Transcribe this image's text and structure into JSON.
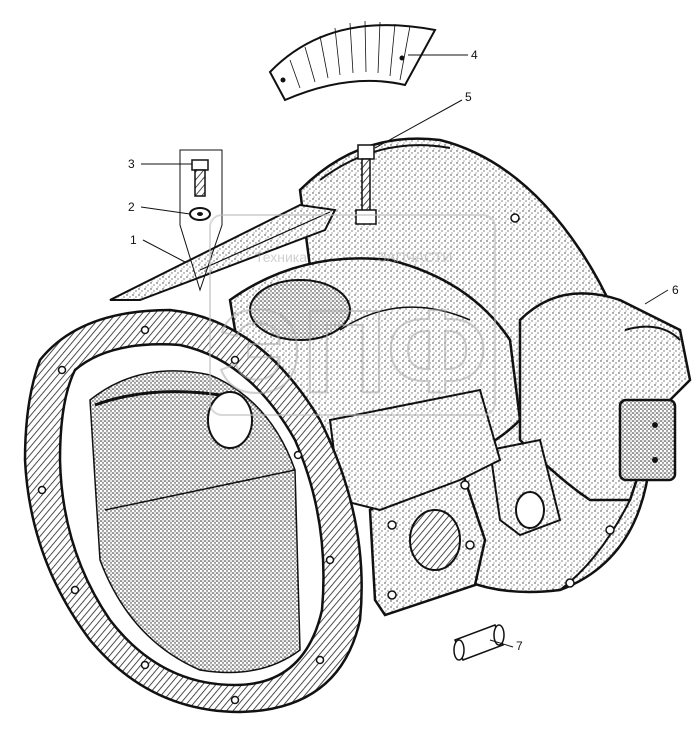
{
  "callouts": [
    {
      "id": "1",
      "label": "1"
    },
    {
      "id": "2",
      "label": "2"
    },
    {
      "id": "3",
      "label": "3"
    },
    {
      "id": "4",
      "label": "4"
    },
    {
      "id": "5",
      "label": "5"
    },
    {
      "id": "6",
      "label": "6"
    },
    {
      "id": "7",
      "label": "7"
    }
  ],
  "watermark": {
    "line1_left": "Техника",
    "line1_right": "ЗАПЧАСТИ",
    "logo": "ЭПФ"
  },
  "colors": {
    "ink": "#111111",
    "stipple": "#444444",
    "watermark": "#cfcfcf"
  }
}
